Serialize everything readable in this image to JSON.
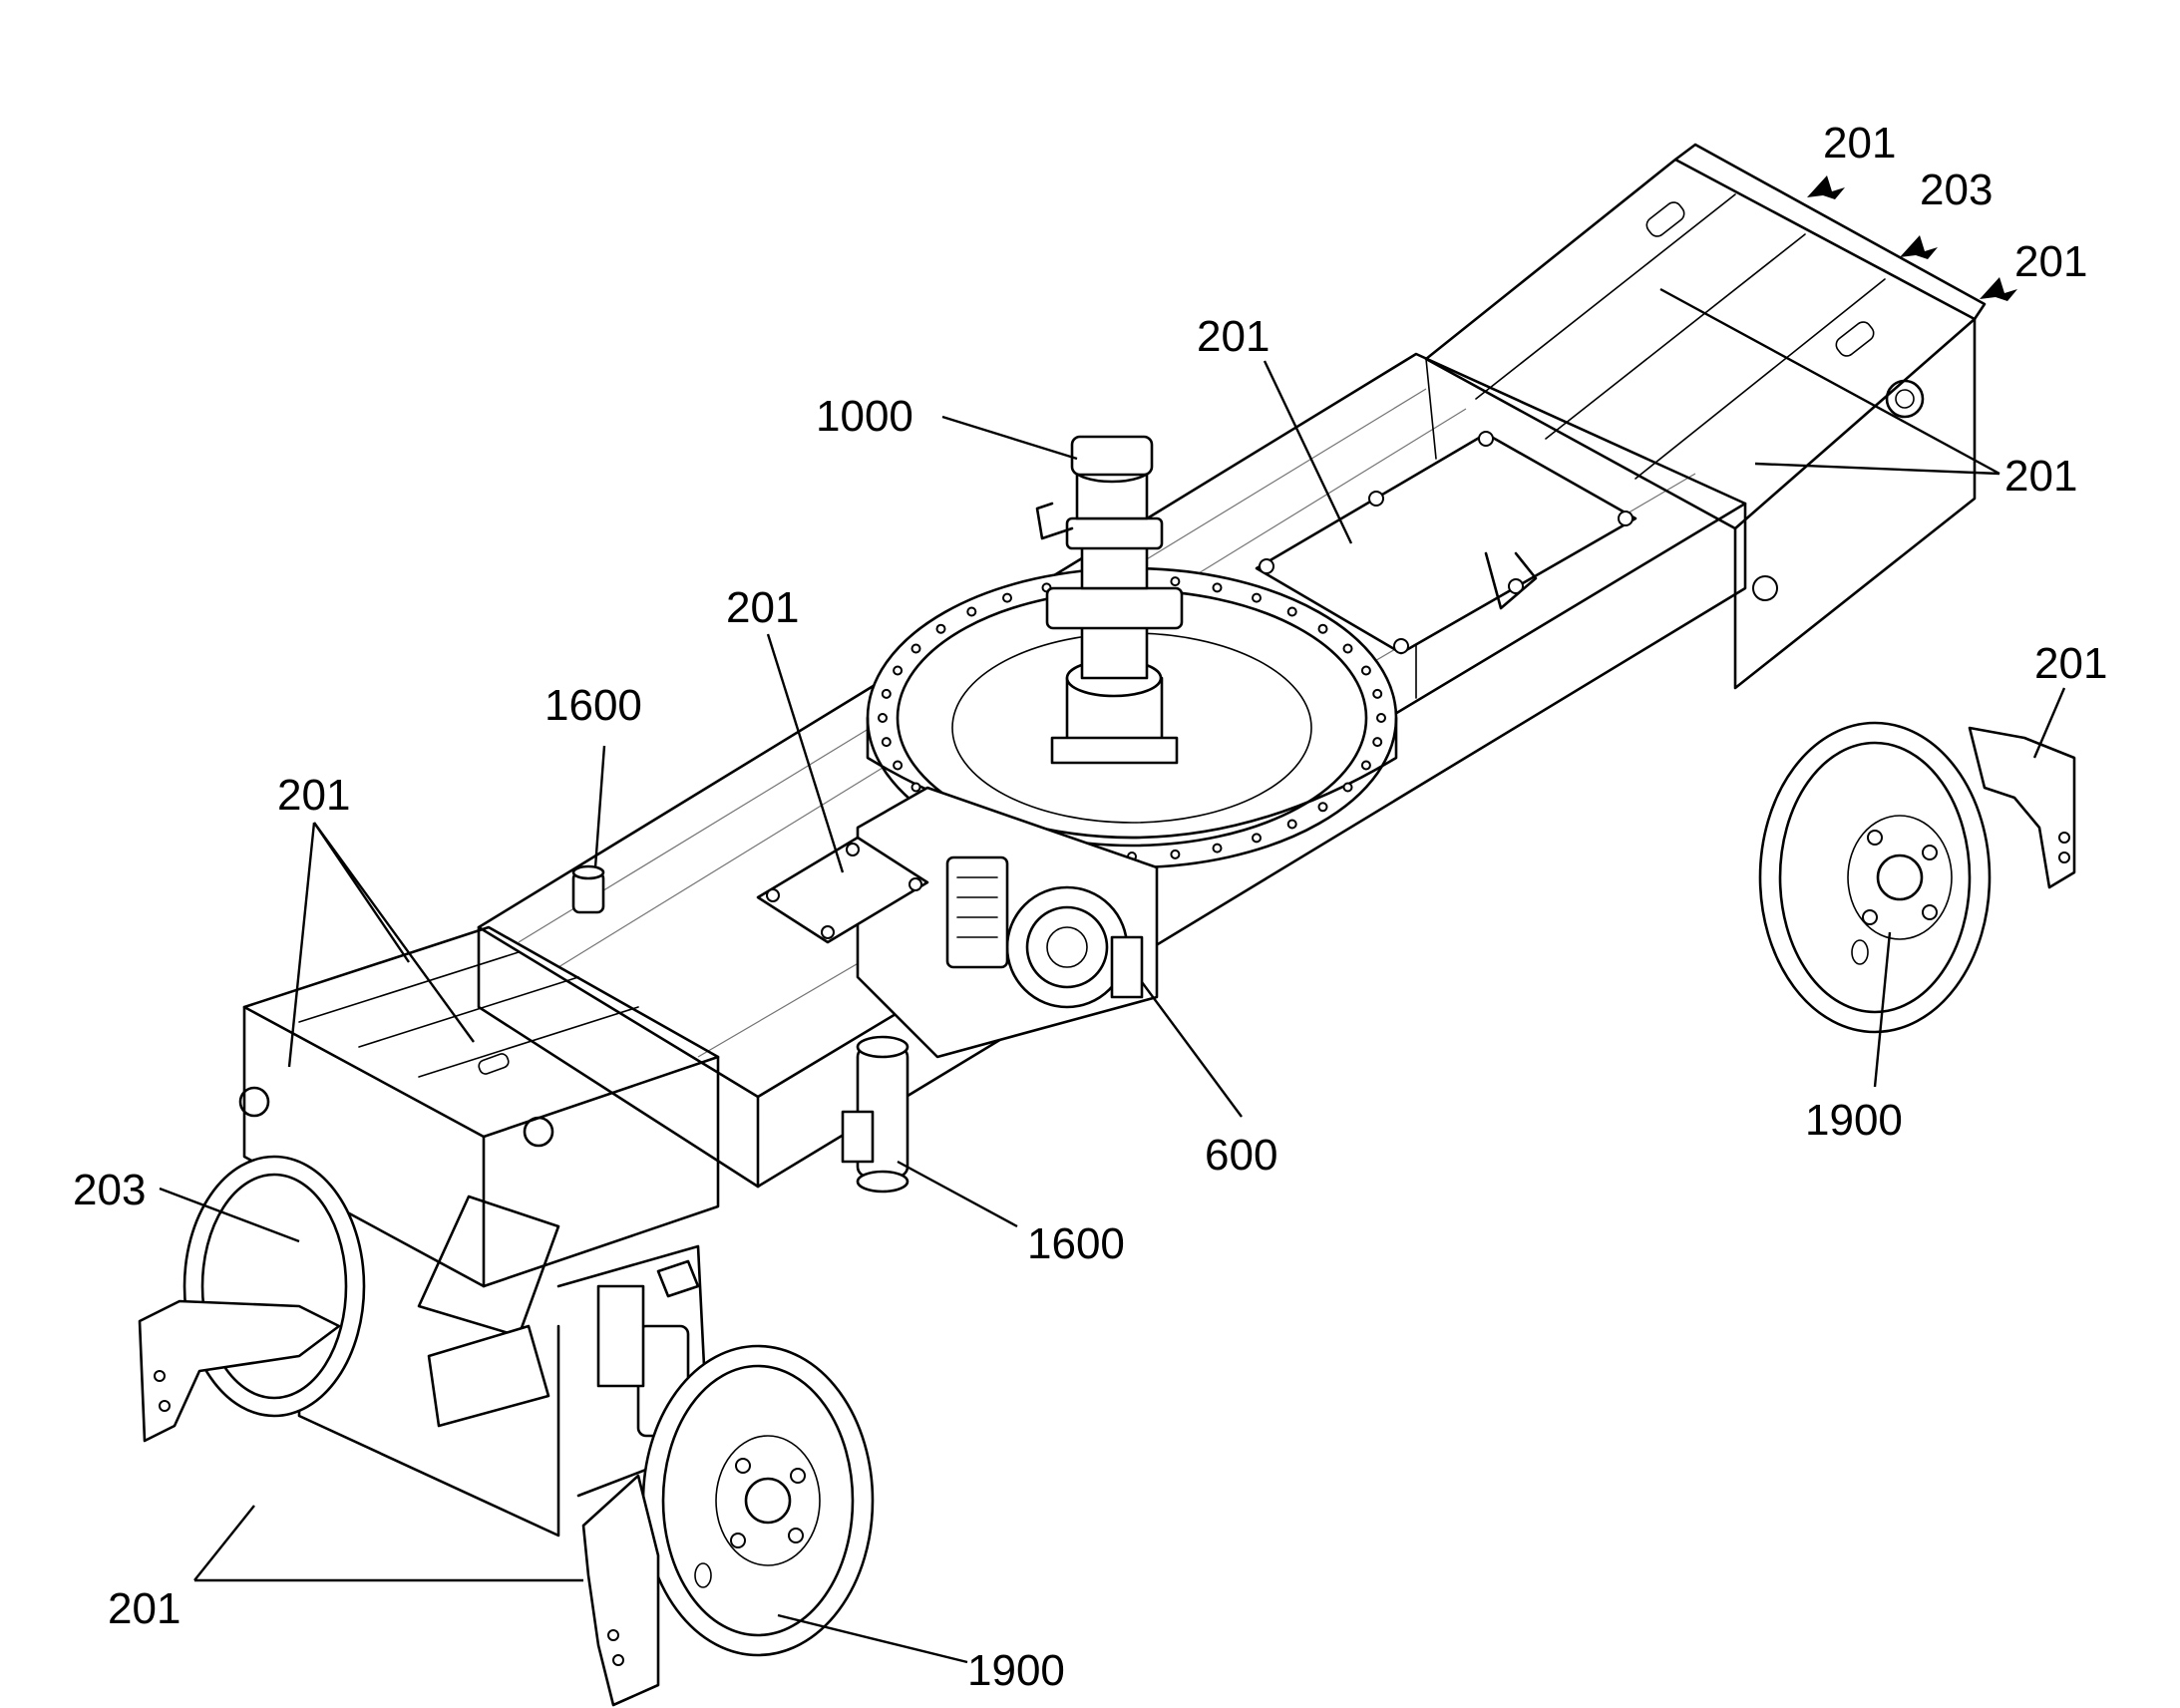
{
  "labels": {
    "l201_top_left": "201",
    "l203_top": "203",
    "l201_top_right": "201",
    "l201_upper_mid": "201",
    "l1000": "1000",
    "l201_right_mid": "201",
    "l201_center_plate": "201",
    "l1600_upper": "1600",
    "l201_right_guard": "201",
    "l201_front_group": "201",
    "l203_front": "203",
    "l600": "600",
    "l1600_lower": "1600",
    "l1900_right": "1900",
    "l201_bottom": "201",
    "l1900_bottom": "1900"
  }
}
